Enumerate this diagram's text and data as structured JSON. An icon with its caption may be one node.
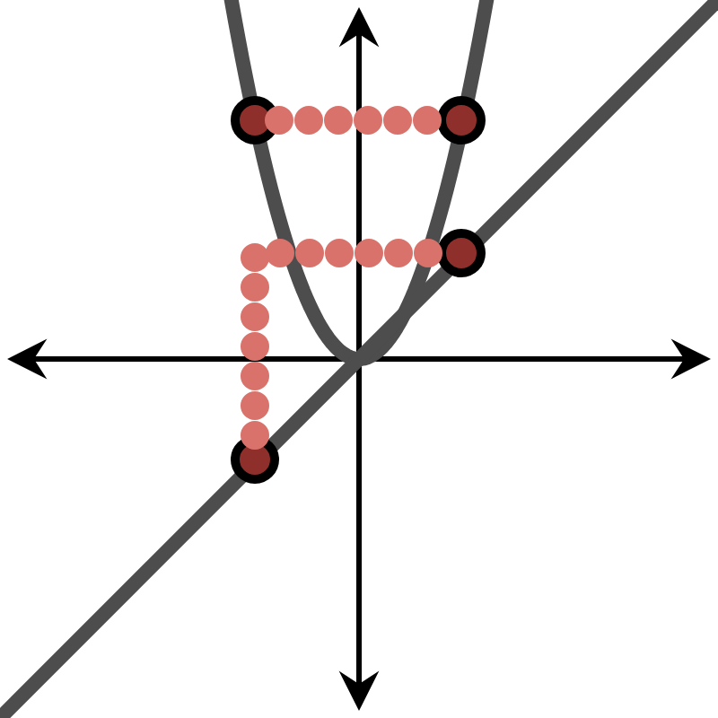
{
  "diagram": {
    "nodes": [
      {
        "text": [],
        "shape": "circle"
      },
      {
        "text": [],
        "shape": "circle"
      },
      {
        "text": [],
        "shape": "circle"
      },
      {
        "text": [],
        "shape": "circle"
      }
    ],
    "edges": [
      {
        "from": 0,
        "to": 1,
        "arrow": "none",
        "style": "dashed",
        "color": "#d9726b"
      },
      {
        "from": 3,
        "to": 2,
        "arrow": "none",
        "style": "dashed",
        "color": "#d9726b"
      }
    ]
  }
}
